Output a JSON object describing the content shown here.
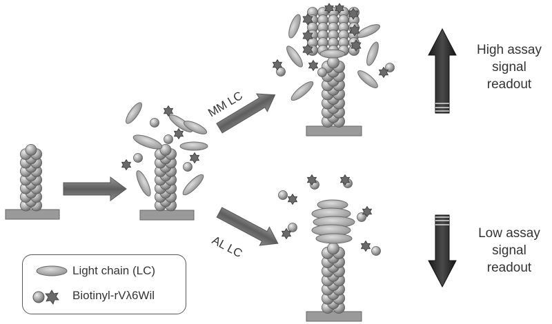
{
  "arrow_labels": {
    "mm": "MM LC",
    "al": "AL LC"
  },
  "outcomes": {
    "high": [
      "High assay",
      "signal",
      "readout"
    ],
    "low": [
      "Low assay",
      "signal",
      "readout"
    ]
  },
  "legend": {
    "light_chain": "Light chain (LC)",
    "biotinyl": "Biotinyl-rVλ6Wil"
  },
  "colors": {
    "sphere": "#a8a8a8",
    "ellipse": "#b0b0b0",
    "base": "#9a9a9a",
    "arrow": "#6f6f6f",
    "outline": "#555555"
  }
}
